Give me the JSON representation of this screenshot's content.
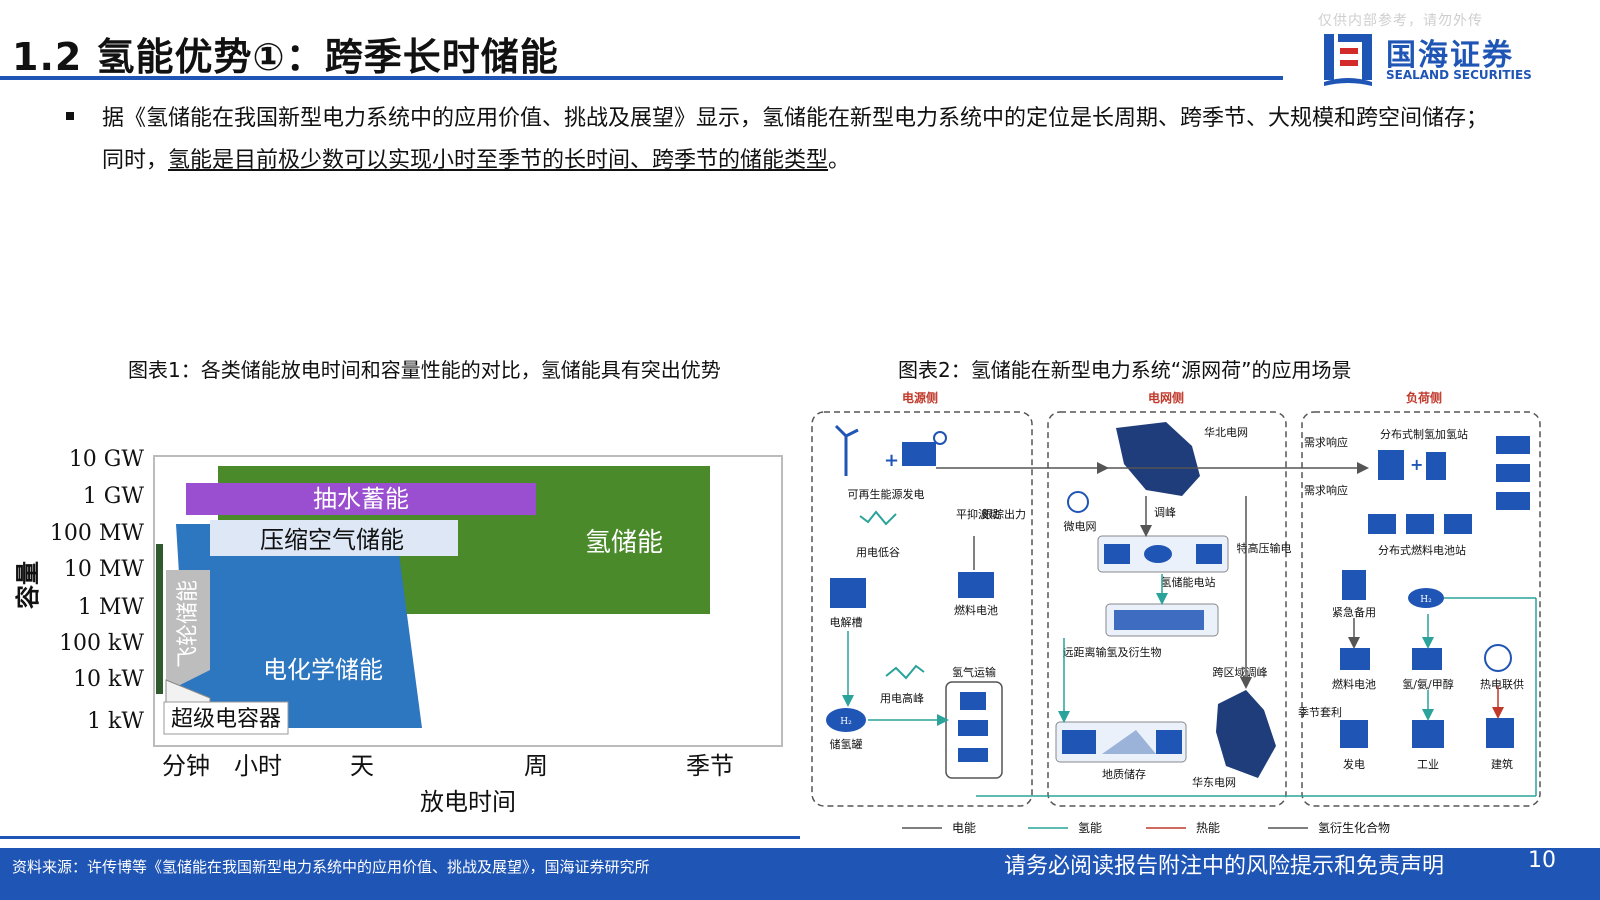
{
  "watermark": "仅供内部参考，请勿外传",
  "title": "1.2 氢能优势①：跨季长时储能",
  "logo": {
    "name": "国海证券",
    "en": "SEALAND SECURITIES"
  },
  "paragraph": {
    "part1": "据《氢储能在我国新型电力系统中的应用价值、挑战及展望》显示，氢储能在新型电力系统中的定位是长周期、跨季节、大规模和跨空间储存；同时，",
    "part2": "氢能是目前极少数可以实现小时至季节的长时间、跨季节的储能类型",
    "part3": "。"
  },
  "figure1": {
    "caption": "图表1：各类储能放电时间和容量性能的对比，氢储能具有突出优势",
    "chart_data": {
      "type": "area",
      "ylabel": "容量",
      "xlabel": "放电时间",
      "y_ticks": [
        "10 GW",
        "1 GW",
        "100 MW",
        "10 MW",
        "1 MW",
        "100 kW",
        "10 kW",
        "1 kW"
      ],
      "x_ticks": [
        "分钟",
        "小时",
        "天",
        "周",
        "季节"
      ],
      "regions": [
        {
          "name": "氢储能",
          "color": "#4a8a2a"
        },
        {
          "name": "抽水蓄能",
          "color": "#9a4fd0"
        },
        {
          "name": "压缩空气储能",
          "color": "#dde7f5"
        },
        {
          "name": "电化学储能",
          "color": "#2d76c0"
        },
        {
          "name": "飞轮储能",
          "color": "#bdbdbd"
        },
        {
          "name": "超级电容器",
          "color": "#ffffff"
        }
      ]
    }
  },
  "figure2": {
    "caption": "图表2：氢储能在新型电力系统“源网荷”的应用场景",
    "sections": [
      "电源侧",
      "电网侧",
      "负荷侧"
    ],
    "source_labels": [
      "可再生能源发电",
      "用电低谷",
      "平抑波动",
      "跟踪出力",
      "电解槽",
      "燃料电池",
      "用电高峰",
      "氢气运输",
      "储氢罐"
    ],
    "grid_labels": [
      "华北电网",
      "微电网",
      "调峰",
      "氢储能电站",
      "特高压输电",
      "远距离输氢及衍生物",
      "跨区域调峰",
      "地质储存",
      "华东电网"
    ],
    "load_labels": [
      "需求响应",
      "需求响应",
      "分布式制氢加氢站",
      "分布式燃料电池站",
      "紧急备用",
      "燃料电池",
      "氢/氨/甲醇",
      "热电联供",
      "季节套利",
      "发电",
      "工业",
      "建筑"
    ],
    "h2": "H₂",
    "legend": [
      "电能",
      "氢能",
      "热能",
      "氢衍生化合物"
    ]
  },
  "footer": {
    "source": "资料来源：许传博等《氢储能在我国新型电力系统中的应用价值、挑战及展望》，国海证券研究所",
    "disclaimer": "请务必阅读报告附注中的风险提示和免责声明",
    "page": "10"
  }
}
